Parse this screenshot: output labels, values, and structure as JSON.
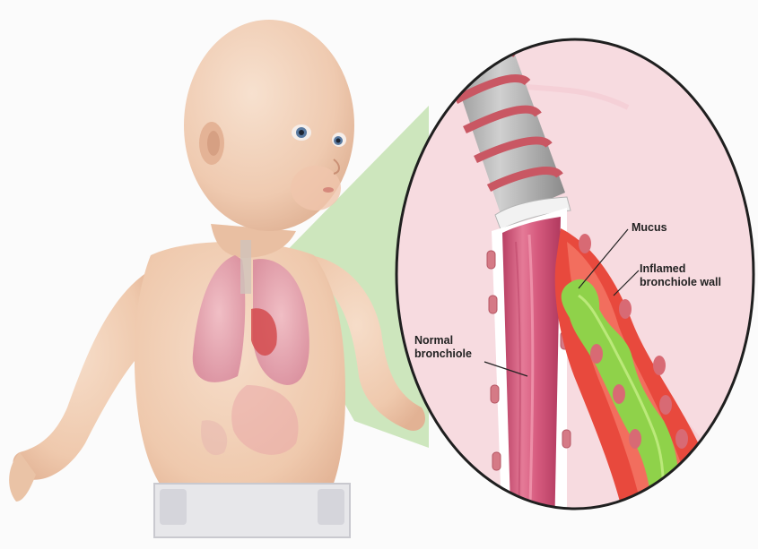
{
  "labels": {
    "mucus": "Mucus",
    "inflamed_line1": "Inflamed",
    "inflamed_line2": "bronchiole wall",
    "normal_line1": "Normal",
    "normal_line2": "bronchiole"
  },
  "colors": {
    "background": "#fbfbfb",
    "skin": "#f1d0b6",
    "callout_bg": "#f7dbe0",
    "callout_border": "#1f1f1f",
    "zoom_cone": "#a8d68a",
    "lung": "#e8a9b6",
    "bronchiole": "#d8577c",
    "inflamed_wall": "#e8493d",
    "mucus": "#8fd24a",
    "cartilage": "#a9a9a9",
    "cartilage_ring": "#c95763",
    "diaper": "#e7e7ea"
  },
  "icons": [
    "baby-illustration",
    "lungs-illustration",
    "bronchiole-cross-section"
  ]
}
